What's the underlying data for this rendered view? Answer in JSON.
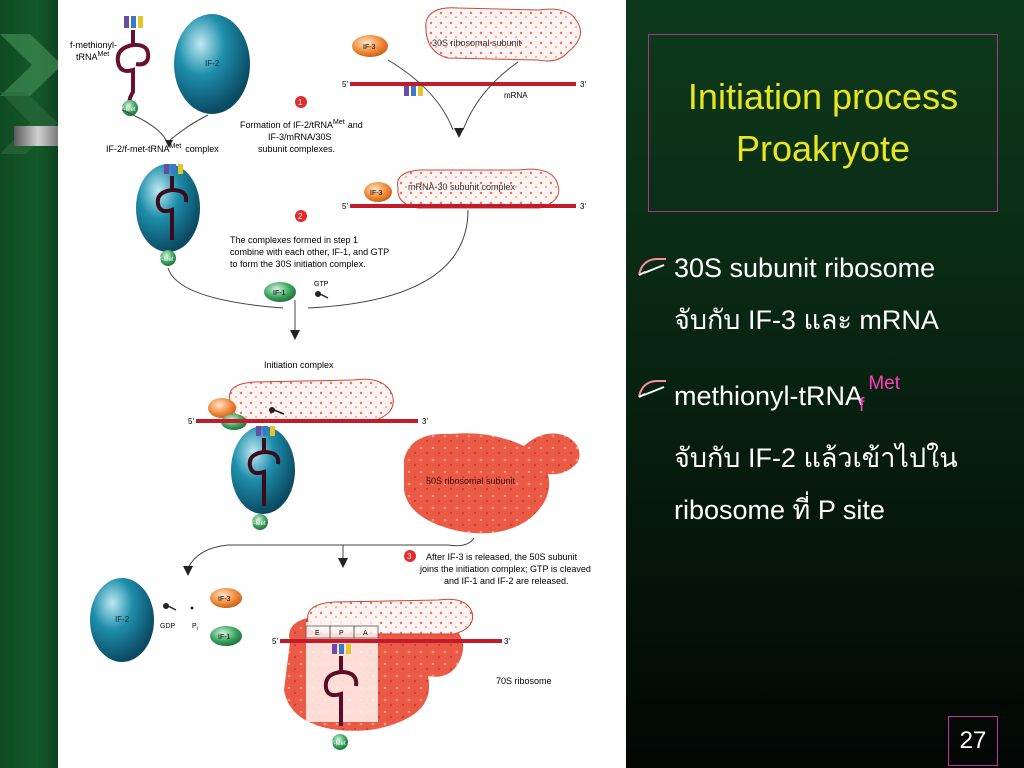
{
  "slide": {
    "title_line1": "Initiation process",
    "title_line2": "Proakryote",
    "page_number": "27",
    "bullets": [
      {
        "line1": "30S subunit ribosome",
        "line2": "จับกับ IF-3 และ mRNA"
      },
      {
        "line1_main": "methionyl-tRNA",
        "line1_sub": "f",
        "line1_sup": "Met",
        "line2": "จับกับ IF-2 แล้วเข้าไปใน",
        "line3": "ribosome ที่ P site"
      }
    ]
  },
  "figure": {
    "labels": {
      "fmet_trna_a": "f-methionyl-",
      "fmet_trna_b": "tRNA",
      "fmet_trna_sup": "Met",
      "fmet_trna_sub": "f",
      "fmet": "f-Met",
      "if2": "IF-2",
      "if3": "IF-3",
      "if1": "IF-1",
      "subunit_30s": "30S ribosomal subunit",
      "mrna": "mRNA",
      "five_prime": "5'",
      "three_prime": "3'",
      "complex_if2": "IF-2/f-met-tRNA",
      "complex_if2_sup": "Met",
      "complex_if2_sub": "f",
      "complex_if2_end": "complex",
      "step1_text_a": "Formation of IF-2/tRNA",
      "step1_text_a_sup": "Met",
      "step1_text_a_end": "and",
      "step1_text_b": "IF-3/mRNA/30S",
      "step1_text_c": "subunit complexes.",
      "mrna_30s_complex": "mRNA-30 subunit complex",
      "step2_text_a": "The complexes formed in step 1",
      "step2_text_b": "combine with each other, IF-1, and GTP",
      "step2_text_c": "to form the 30S initiation complex.",
      "gtp": "GTP",
      "initiation_complex": "Initiation complex",
      "subunit_50s": "50S ribosomal subunit",
      "step3_text_a": "After IF-3 is released, the 50S subunit",
      "step3_text_b": "joins the initiation complex; GTP is cleaved",
      "step3_text_c": "and IF-1 and IF-2 are released.",
      "gdp": "GDP",
      "pi": "P",
      "pi_sub": "i",
      "site_e": "E",
      "site_p": "P",
      "site_a": "A",
      "ribosome_70s": "70S ribosome",
      "step1": "1",
      "step2": "2",
      "step3": "3"
    }
  }
}
